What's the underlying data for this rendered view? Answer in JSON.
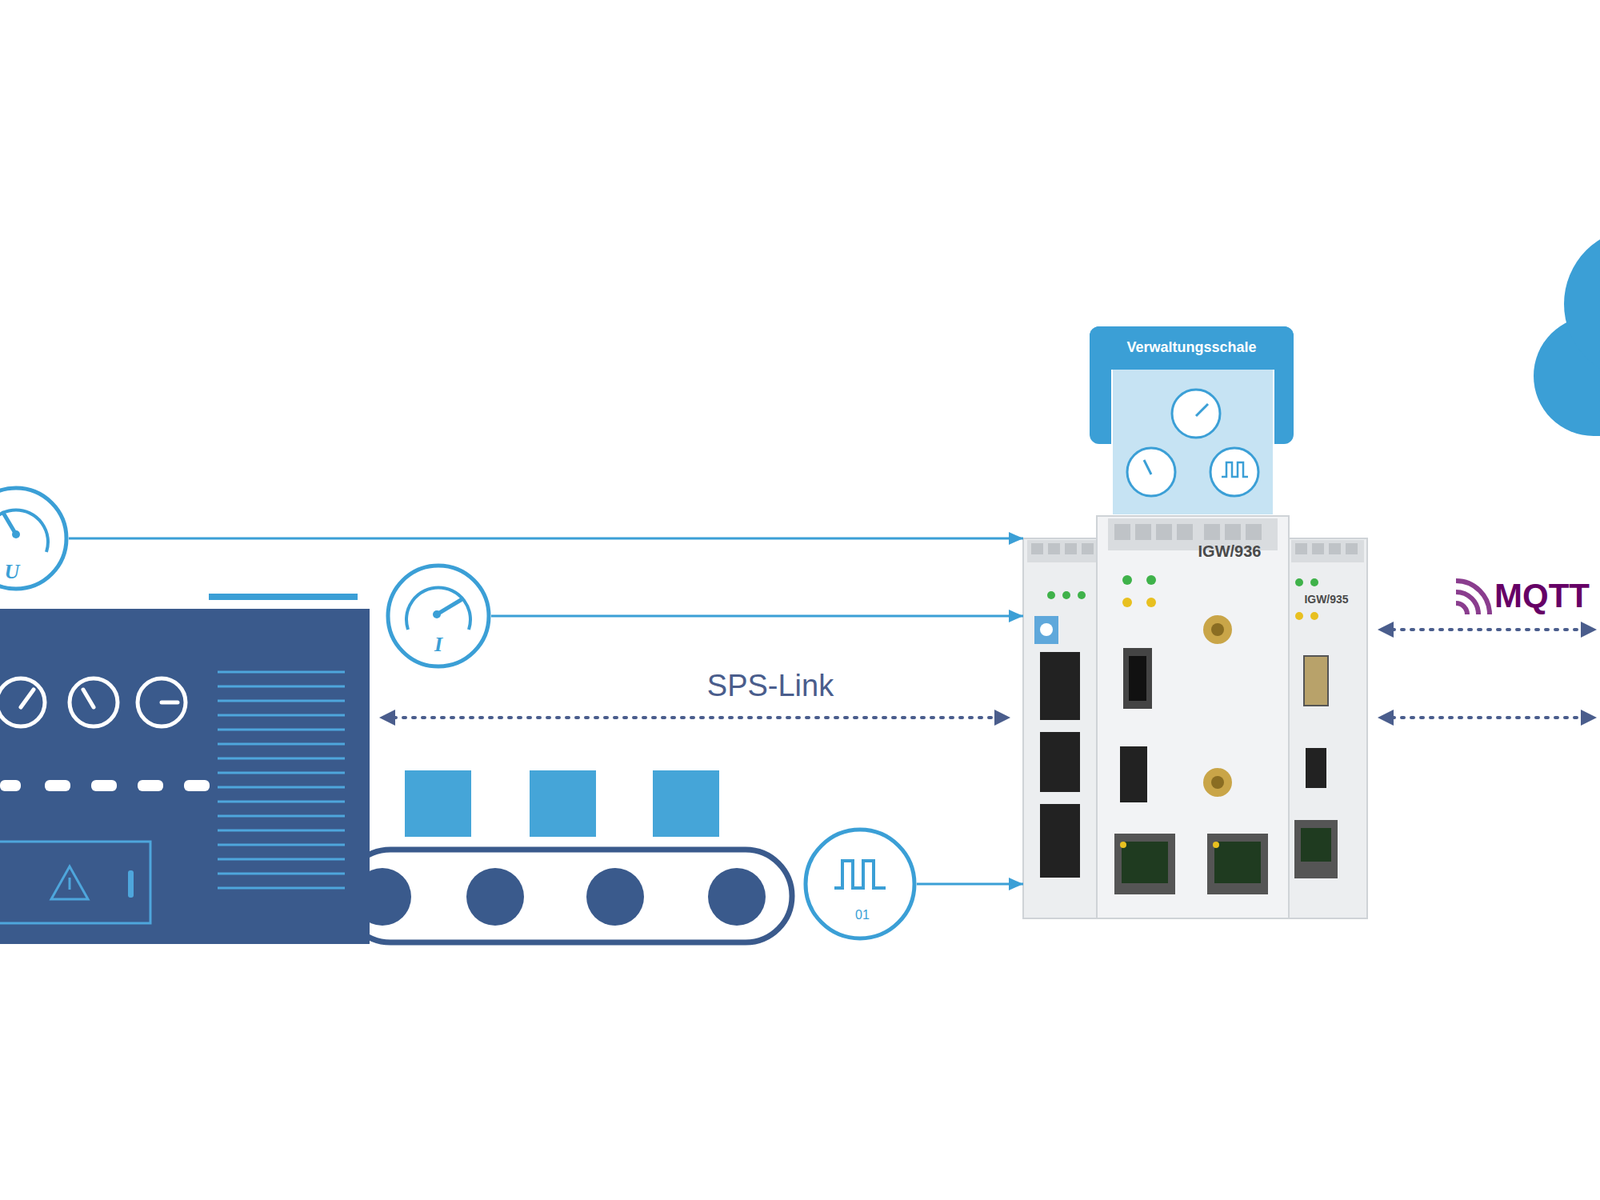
{
  "diagram": {
    "nodes": [
      {
        "text": [
          "U"
        ]
      },
      {
        "text": [
          "I"
        ]
      },
      {
        "text": [
          "01"
        ]
      },
      {
        "text": [
          "Verwaltungsschale"
        ]
      },
      {
        "text": [
          "IGW/936"
        ]
      },
      {
        "text": [
          "IGW/935"
        ],
        "in": 4
      }
    ],
    "edges": [
      {
        "from": 0,
        "to": 4,
        "arrow": "to"
      },
      {
        "from": 1,
        "to": 4,
        "arrow": "to"
      },
      {
        "from": 2,
        "to": 4,
        "arrow": "to"
      }
    ],
    "labels": [
      "SPS-Link",
      "MQTT"
    ]
  }
}
